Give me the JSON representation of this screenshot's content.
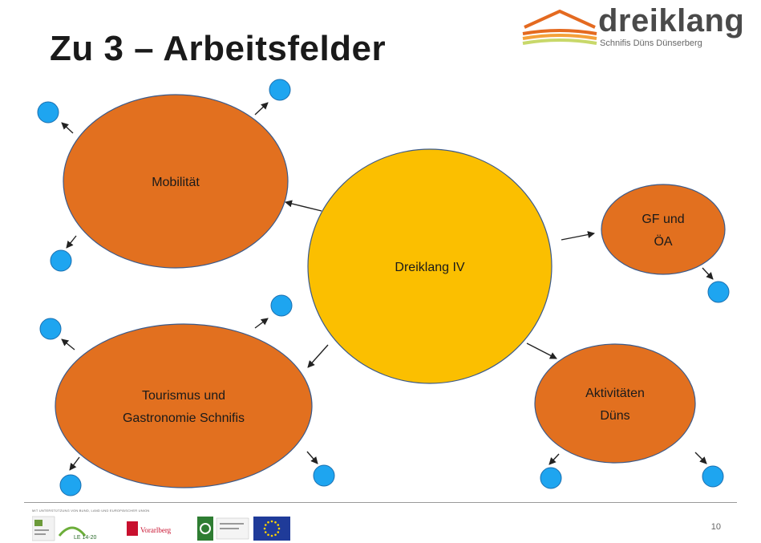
{
  "slide": {
    "title": "Zu 3 – Arbeitsfelder",
    "page_number": "10"
  },
  "logo": {
    "wordmark": "dreiklang",
    "tagline": "Schnifis Düns Dünserberg",
    "colors": {
      "roof": "#e46a20",
      "stripes": [
        "#e46a20",
        "#f4a13a",
        "#c8d86a"
      ]
    }
  },
  "diagram": {
    "center": {
      "id": "center",
      "lines": [
        "Dreiklang IV"
      ],
      "fill": "#fbbf00"
    },
    "nodes": [
      {
        "id": "mobilitaet",
        "lines": [
          "Mobilität"
        ],
        "fill": "#e2701f"
      },
      {
        "id": "tourismus",
        "lines": [
          "Tourismus und",
          "Gastronomie Schnifis"
        ],
        "fill": "#e2701f"
      },
      {
        "id": "gf-oea",
        "lines": [
          "GF und",
          "ÖA"
        ],
        "fill": "#e2701f"
      },
      {
        "id": "aktivitaeten",
        "lines": [
          "Aktivitäten",
          "Düns"
        ],
        "fill": "#e2701f"
      }
    ],
    "satellite_fill": "#1ea5f0"
  },
  "footer": {
    "caption": "MIT UNTERSTÜTZUNG VON BUND, LAND UND EUROPÄISCHER UNION",
    "logos": [
      "eu-flag-icon",
      "vorarlberg-logo",
      "leader-logo",
      "bund-logo"
    ],
    "vorarlberg_text": "Vorarlberg",
    "le_text": "LE 14-20"
  }
}
